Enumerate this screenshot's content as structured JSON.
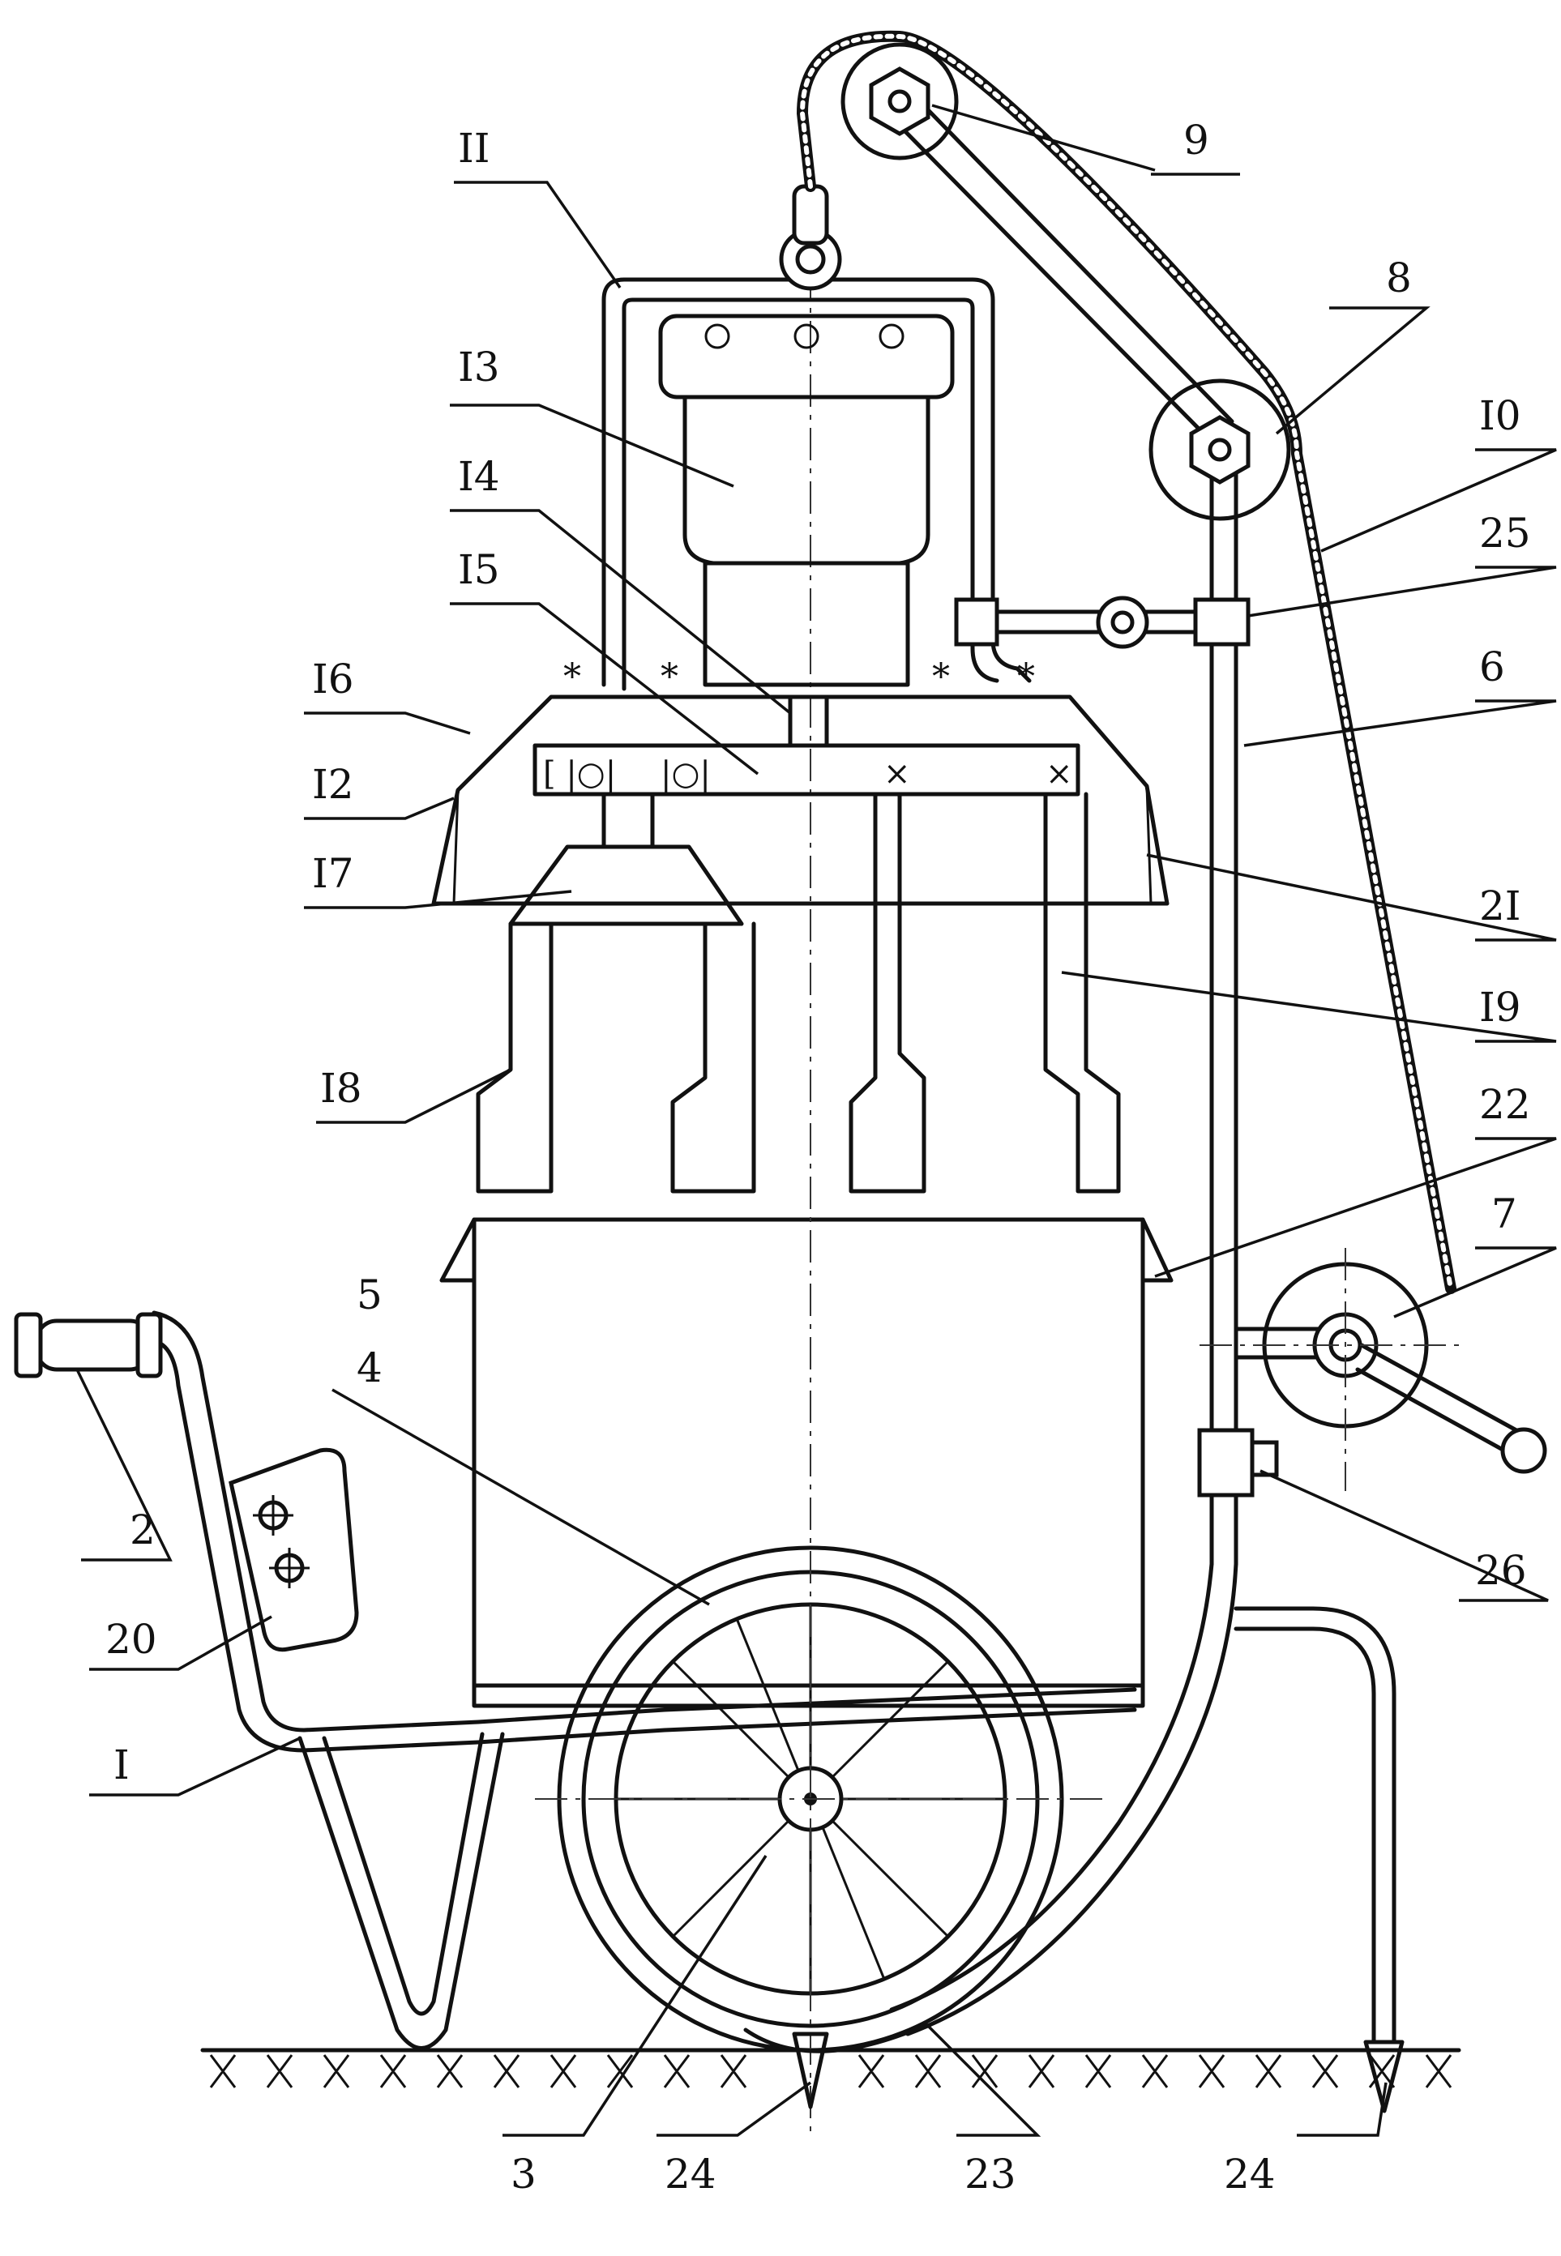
{
  "labels": [
    {
      "id": "II",
      "text": "II"
    },
    {
      "id": "9",
      "text": "9"
    },
    {
      "id": "8",
      "text": "8"
    },
    {
      "id": "I3",
      "text": "I3"
    },
    {
      "id": "I0",
      "text": "I0"
    },
    {
      "id": "I4",
      "text": "I4"
    },
    {
      "id": "25",
      "text": "25"
    },
    {
      "id": "I5",
      "text": "I5"
    },
    {
      "id": "I6",
      "text": "I6"
    },
    {
      "id": "6",
      "text": "6"
    },
    {
      "id": "I2",
      "text": "I2"
    },
    {
      "id": "2I",
      "text": "2I"
    },
    {
      "id": "I7",
      "text": "I7"
    },
    {
      "id": "I9",
      "text": "I9"
    },
    {
      "id": "I8",
      "text": "I8"
    },
    {
      "id": "22",
      "text": "22"
    },
    {
      "id": "7",
      "text": "7"
    },
    {
      "id": "5",
      "text": "5"
    },
    {
      "id": "4",
      "text": "4"
    },
    {
      "id": "2",
      "text": "2"
    },
    {
      "id": "26",
      "text": "26"
    },
    {
      "id": "20",
      "text": "20"
    },
    {
      "id": "I",
      "text": "I"
    },
    {
      "id": "3",
      "text": "3"
    },
    {
      "id": "24a",
      "text": "24"
    },
    {
      "id": "23",
      "text": "23"
    },
    {
      "id": "24b",
      "text": "24"
    }
  ]
}
